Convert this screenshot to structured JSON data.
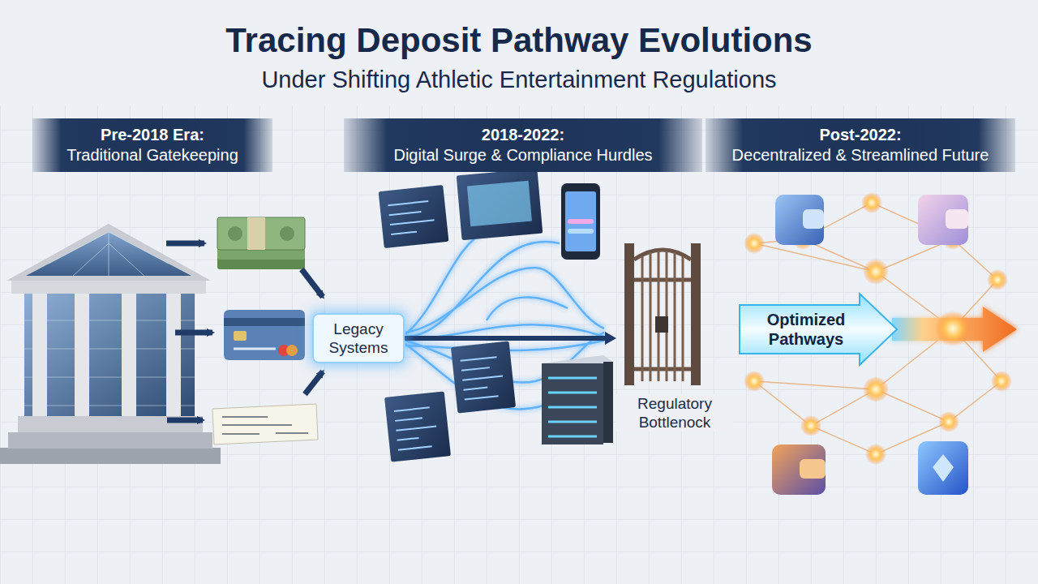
{
  "diagram": {
    "title": "Tracing Deposit Pathway Evolutions",
    "nodes": [
      {
        "text": [
          "Pre-2018 Era:",
          "Traditional Gatekeeping"
        ]
      },
      {
        "text": [
          "2018-2022:",
          "Digital Surge & Compliance Hurdles"
        ]
      },
      {
        "text": [
          "Post-2022:",
          "Decentralized & Streamlined Future"
        ]
      },
      {
        "text": [
          "Legacy Systems"
        ]
      },
      {
        "text": [
          "Regulatory Bottlenock"
        ]
      },
      {
        "text": [
          "Optimized Pathways"
        ]
      }
    ],
    "edges": [
      {
        "from": 3,
        "to": 4,
        "arrow": "to"
      }
    ],
    "labels": [
      "Under Shifting Athletic Entertainment Regulations"
    ]
  }
}
